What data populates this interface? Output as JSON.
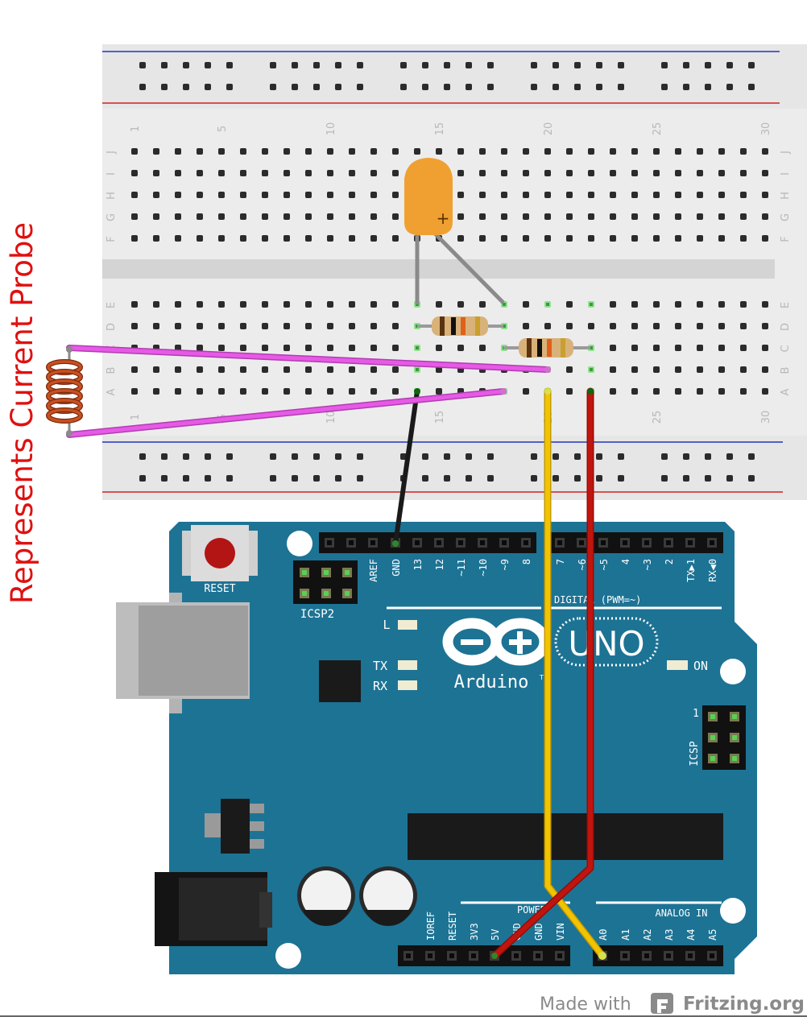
{
  "caption": "Represents Current Probe",
  "watermark": {
    "prefix": "Made with",
    "brand": "Fritzing.org"
  },
  "breadboard": {
    "column_numbers": [
      "1",
      "5",
      "10",
      "15",
      "20",
      "25",
      "30"
    ],
    "top_rows": [
      "J",
      "I",
      "H",
      "G",
      "F"
    ],
    "bottom_rows": [
      "E",
      "D",
      "C",
      "B",
      "A"
    ]
  },
  "arduino": {
    "reset_label": "RESET",
    "icsp2_label": "ICSP2",
    "icsp_label": "ICSP",
    "icsp_pin1_label": "1",
    "logo_text": "Arduino",
    "tm": "TM",
    "model": "UNO",
    "led_L": "L",
    "led_TX": "TX",
    "led_RX": "RX",
    "led_ON": "ON",
    "digital_label": "DIGITAL (PWM=~)",
    "digital_pins": [
      "AREF",
      "GND",
      "13",
      "12",
      "~11",
      "~10",
      "~9",
      "8",
      "7",
      "~6",
      "~5",
      "4",
      "~3",
      "2",
      "TX▶1",
      "RX◀0"
    ],
    "power_label": "POWER",
    "power_pins": [
      "IOREF",
      "RESET",
      "3V3",
      "5V",
      "GND",
      "GND",
      "VIN"
    ],
    "analog_label": "ANALOG IN",
    "analog_pins": [
      "A0",
      "A1",
      "A2",
      "A3",
      "A4",
      "A5"
    ]
  },
  "colors": {
    "board_blue": "#1d7394",
    "breadboard": "#e8e8e8",
    "wire_magenta": "#e65ae6",
    "wire_black": "#1a1a1a",
    "wire_yellow": "#f2c400",
    "wire_red": "#c0150f",
    "capacitor": "#f0a030",
    "caption_red": "#e01010",
    "coil": "#b84a1e",
    "green_hole": "#6fd06f"
  }
}
